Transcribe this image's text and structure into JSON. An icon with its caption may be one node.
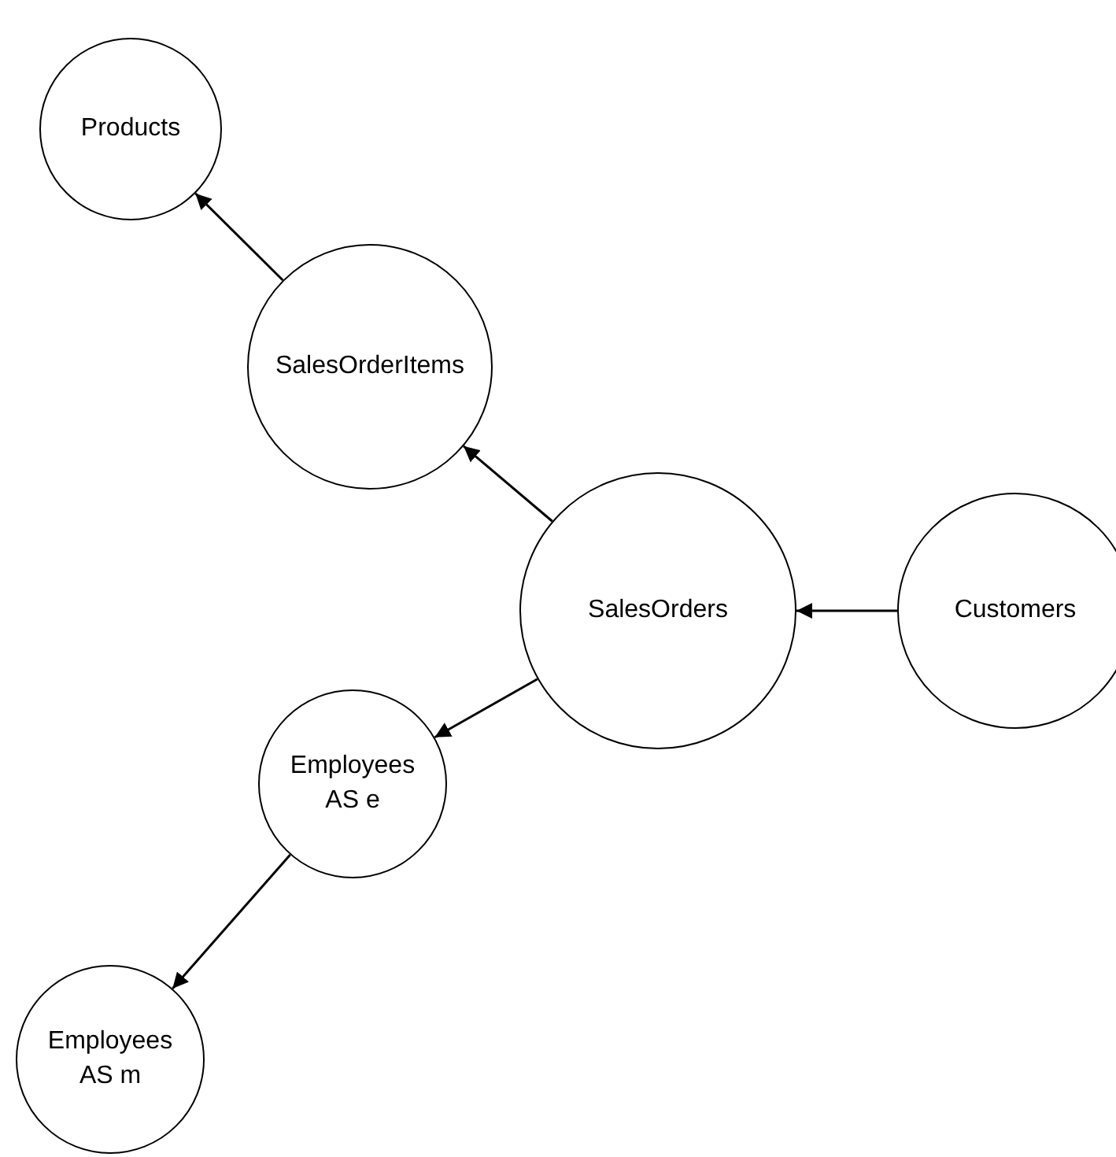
{
  "diagram": {
    "nodes": [
      {
        "text": [
          "Products"
        ]
      },
      {
        "text": [
          "SalesOrderItems"
        ]
      },
      {
        "text": [
          "SalesOrders"
        ]
      },
      {
        "text": [
          "Customers"
        ]
      },
      {
        "text": [
          "Employees AS e"
        ]
      },
      {
        "text": [
          "Employees AS m"
        ]
      }
    ],
    "edges": [
      {
        "from": 1,
        "to": 0,
        "arrow": "to"
      },
      {
        "from": 2,
        "to": 1,
        "arrow": "to"
      },
      {
        "from": 3,
        "to": 2,
        "arrow": "to"
      },
      {
        "from": 2,
        "to": 4,
        "arrow": "to"
      },
      {
        "from": 4,
        "to": 5,
        "arrow": "to"
      }
    ]
  }
}
